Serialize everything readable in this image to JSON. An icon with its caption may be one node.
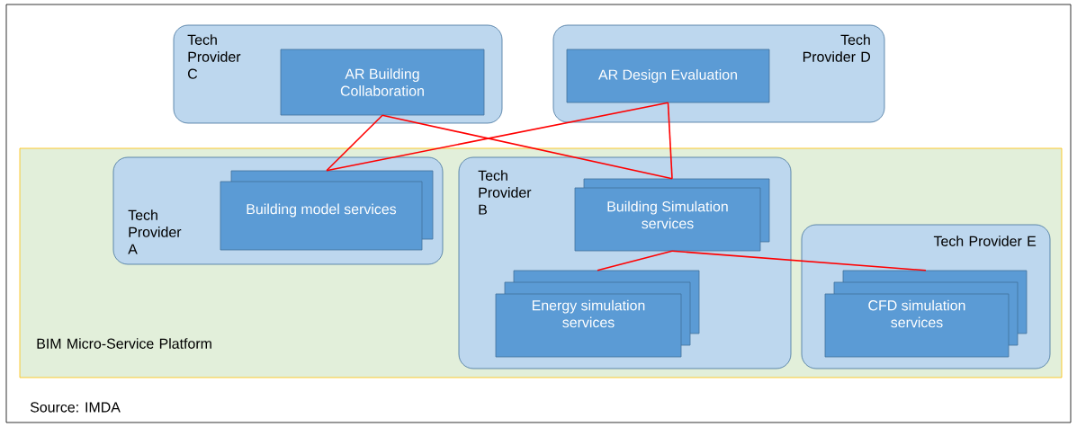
{
  "diagram": {
    "nodes": [
      {
        "text": [
          "Tech Provider C"
        ]
      },
      {
        "text": [
          "AR Building Collaboration"
        ],
        "in": 0
      },
      {
        "text": [
          "Tech Provider D"
        ]
      },
      {
        "text": [
          "AR Design Evaluation"
        ],
        "in": 2
      },
      {
        "text": [
          "BIM Micro-Service Platform"
        ]
      },
      {
        "text": [
          "Tech Provider A"
        ],
        "in": 4
      },
      {
        "text": [
          "Building model services"
        ],
        "in": 5
      },
      {
        "text": [
          "Tech Provider B"
        ],
        "in": 4
      },
      {
        "text": [
          "Building Simulation services"
        ],
        "in": 7
      },
      {
        "text": [
          "Energy simulation services"
        ],
        "in": 7
      },
      {
        "text": [
          "Tech Provider E"
        ],
        "in": 4
      },
      {
        "text": [
          "CFD simulation services"
        ],
        "in": 10
      }
    ],
    "edges": [
      {
        "from": 1,
        "to": 6,
        "arrow": "none",
        "color": "#ff0000"
      },
      {
        "from": 1,
        "to": 8,
        "arrow": "none",
        "color": "#ff0000"
      },
      {
        "from": 3,
        "to": 6,
        "arrow": "none",
        "color": "#ff0000"
      },
      {
        "from": 3,
        "to": 8,
        "arrow": "none",
        "color": "#ff0000"
      },
      {
        "from": 8,
        "to": 9,
        "arrow": "none",
        "color": "#ff0000"
      },
      {
        "from": 8,
        "to": 11,
        "arrow": "none",
        "color": "#ff0000"
      }
    ],
    "labels": [
      "Source: IMDA"
    ]
  }
}
